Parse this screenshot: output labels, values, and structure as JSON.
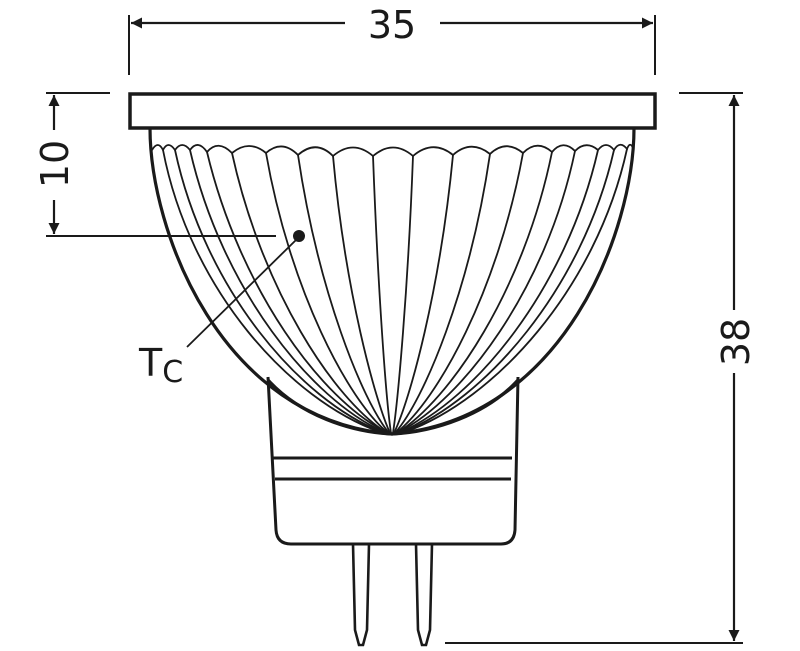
{
  "drawing": {
    "subject": "MR11 LED reflector lamp dimensional drawing",
    "colors": {
      "line": "#1a1a1a",
      "background": "#ffffff"
    }
  },
  "dimensions": {
    "width": {
      "value": "35",
      "orientation": "horizontal"
    },
    "height": {
      "value": "38",
      "orientation": "vertical"
    },
    "tc_offset": {
      "value": "10",
      "orientation": "vertical"
    }
  },
  "annotations": {
    "tc_label_main": "T",
    "tc_label_sub": "C"
  }
}
